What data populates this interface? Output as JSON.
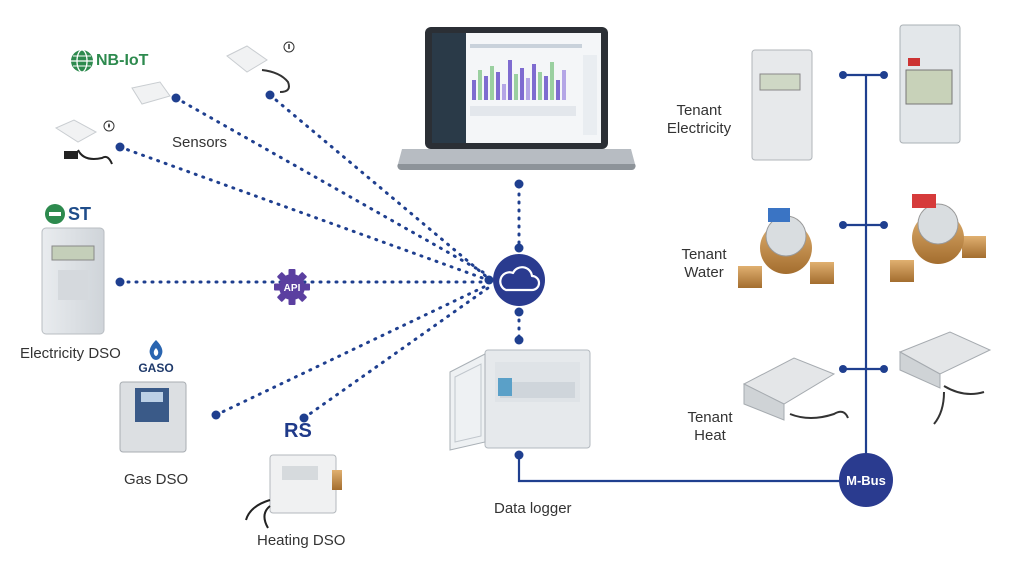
{
  "labels": {
    "sensors": "Sensors",
    "electricity_dso": "Electricity DSO",
    "gas_dso": "Gas DSO",
    "heating_dso": "Heating DSO",
    "data_logger": "Data logger",
    "tenant_electricity": "Tenant\nElectricity",
    "tenant_water": "Tenant\nWater",
    "tenant_heat": "Tenant\nHeat"
  },
  "logos": {
    "nbiot": "NB-IoT",
    "st": "ST",
    "gaso": "GASO",
    "rs": "RS"
  },
  "badges": {
    "api": "API",
    "mbus": "M-Bus"
  },
  "colors": {
    "line": "#1f3f8f",
    "hub": "#2a3b8f",
    "api": "#5b3fa0",
    "green": "#2d8a4e"
  },
  "icons": [
    "cloud-icon",
    "api-gear-icon",
    "mbus-icon",
    "laptop-icon",
    "thermometer-icon",
    "droplet-icon"
  ]
}
